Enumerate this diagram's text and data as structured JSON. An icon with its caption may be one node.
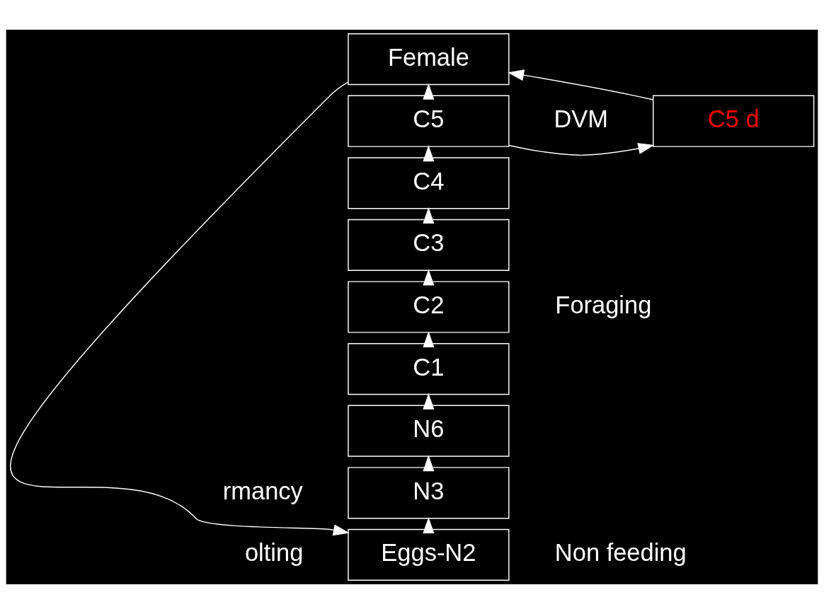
{
  "diagram": {
    "nodes": [
      {
        "text": [
          "Female"
        ]
      },
      {
        "text": [
          "C5"
        ]
      },
      {
        "text": [
          "C5 d"
        ]
      },
      {
        "text": [
          "C4"
        ]
      },
      {
        "text": [
          "C3"
        ]
      },
      {
        "text": [
          "C2"
        ]
      },
      {
        "text": [
          "C1"
        ]
      },
      {
        "text": [
          "N6"
        ]
      },
      {
        "text": [
          "N3"
        ]
      },
      {
        "text": [
          "Eggs-N2"
        ]
      }
    ],
    "edges": [
      {
        "from": 9,
        "to": 8,
        "arrow": "to"
      },
      {
        "from": 8,
        "to": 7,
        "arrow": "to"
      },
      {
        "from": 7,
        "to": 6,
        "arrow": "to"
      },
      {
        "from": 6,
        "to": 5,
        "arrow": "to"
      },
      {
        "from": 5,
        "to": 4,
        "arrow": "to"
      },
      {
        "from": 4,
        "to": 3,
        "arrow": "to"
      },
      {
        "from": 3,
        "to": 1,
        "arrow": "to"
      },
      {
        "from": 1,
        "to": 0,
        "arrow": "to"
      },
      {
        "from": 1,
        "to": 2,
        "arrow": "to"
      },
      {
        "from": 2,
        "to": 0,
        "arrow": "to"
      },
      {
        "from": 0,
        "to": 9,
        "arrow": "to"
      }
    ],
    "labels": [
      "DVM",
      "Foraging",
      "rmancy",
      "olting",
      "Non feeding"
    ]
  }
}
